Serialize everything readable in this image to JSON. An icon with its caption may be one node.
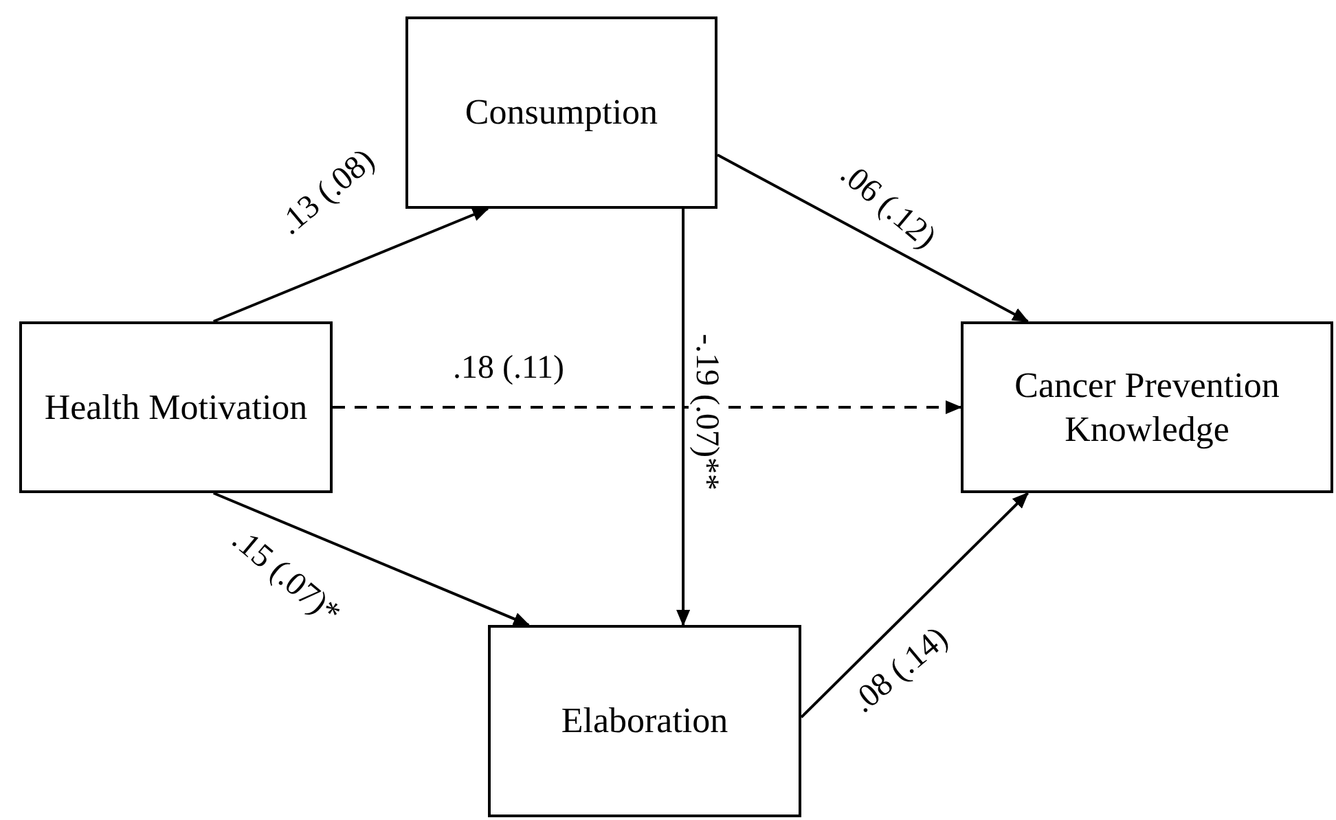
{
  "diagram": {
    "nodes": [
      {
        "text": [
          "Health Motivation"
        ]
      },
      {
        "text": [
          "Consumption"
        ]
      },
      {
        "text": [
          "Cancer Prevention Knowledge"
        ]
      },
      {
        "text": [
          "Elaboration"
        ]
      }
    ],
    "edges": [
      {
        "from": 0,
        "to": 1,
        "arrow": "to",
        "label": ".13 (.08)"
      },
      {
        "from": 1,
        "to": 2,
        "arrow": "to",
        "label": ".06 (.12)"
      },
      {
        "from": 1,
        "to": 3,
        "arrow": "to",
        "label": "-.19 (.07)**"
      },
      {
        "from": 0,
        "to": 2,
        "arrow": "to",
        "label": ".18 (.11)",
        "style": "dashed"
      },
      {
        "from": 0,
        "to": 3,
        "arrow": "to",
        "label": ".15 (.07)*"
      },
      {
        "from": 3,
        "to": 2,
        "arrow": "to",
        "label": ".08 (.14)"
      }
    ]
  }
}
